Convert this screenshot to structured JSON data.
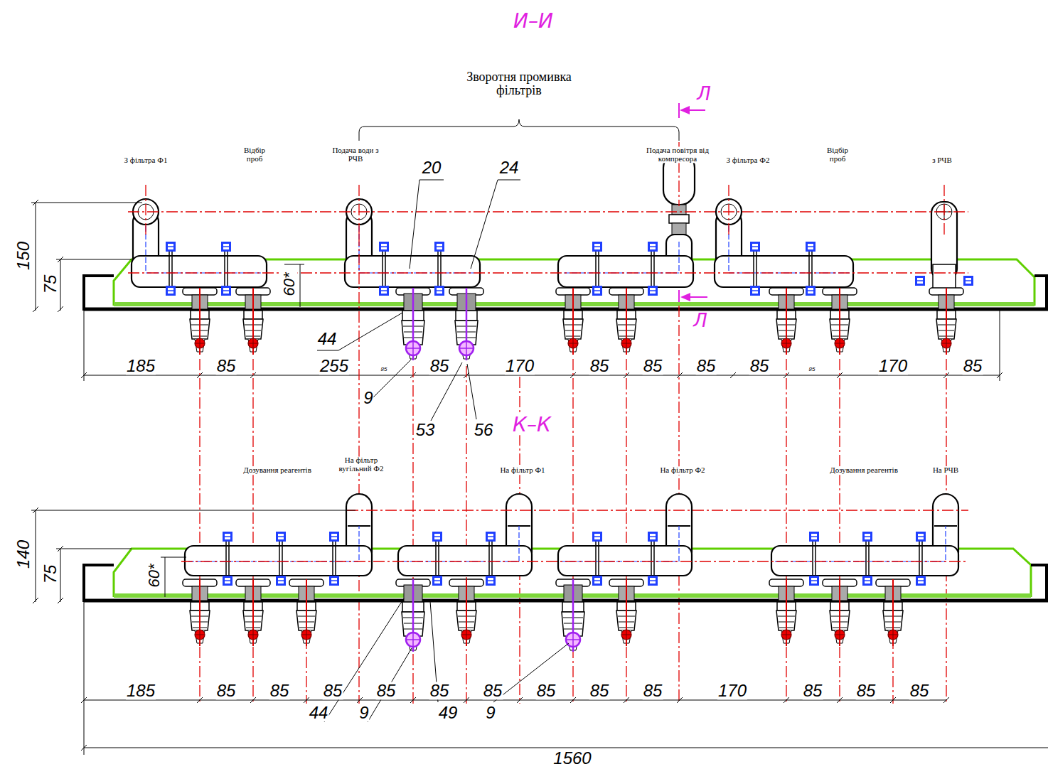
{
  "diagram": {
    "labels": [
      "И–И",
      "Зворотня промивка фільтрів",
      "Л",
      "З фільтра Ф1",
      "Відбір проб",
      "Подача води з РЧВ",
      "20",
      "24",
      "Подача повітря від компресора",
      "З фільтра Ф2",
      "Відбір проб",
      "з РЧВ",
      "150",
      "75",
      "60*",
      "Л",
      "44",
      "85",
      "85",
      "185",
      "85",
      "255",
      "85",
      "170",
      "85",
      "85",
      "85",
      "85",
      "170",
      "85",
      "9",
      "53",
      "56",
      "К–К",
      "Дозування реагентів",
      "На фільтр вугільний Ф2",
      "На фільтр Ф1",
      "На фільтр Ф2",
      "Дозування реагентів",
      "На РЧВ",
      "140",
      "75",
      "60*",
      "185",
      "85",
      "85",
      "85",
      "85",
      "85",
      "85",
      "85",
      "85",
      "85",
      "170",
      "85",
      "85",
      "85",
      "44",
      "9",
      "49",
      "9",
      "1560"
    ]
  }
}
